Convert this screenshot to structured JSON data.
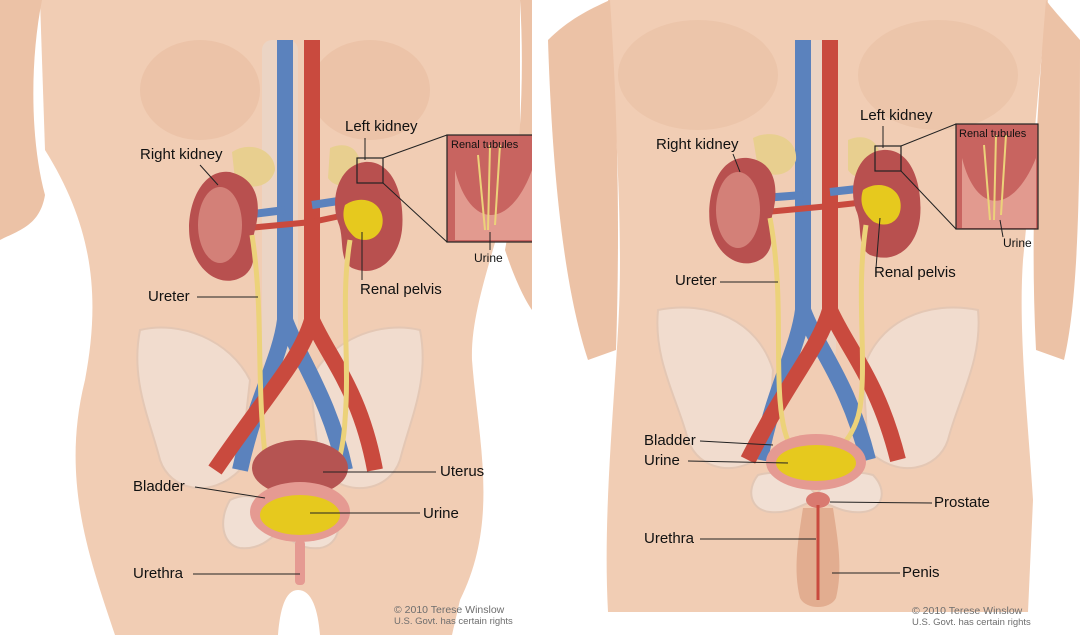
{
  "female": {
    "labels": {
      "right_kidney": "Right kidney",
      "left_kidney": "Left kidney",
      "renal_tubules": "Renal tubules",
      "urine_inset": "Urine",
      "ureter": "Ureter",
      "renal_pelvis": "Renal pelvis",
      "bladder": "Bladder",
      "uterus": "Uterus",
      "urine": "Urine",
      "urethra": "Urethra"
    },
    "credit": {
      "line1": "© 2010 Terese Winslow",
      "line2": "U.S. Govt. has certain rights"
    }
  },
  "male": {
    "labels": {
      "right_kidney": "Right kidney",
      "left_kidney": "Left kidney",
      "renal_tubules": "Renal tubules",
      "urine_inset": "Urine",
      "ureter": "Ureter",
      "renal_pelvis": "Renal pelvis",
      "bladder": "Bladder",
      "urine": "Urine",
      "prostate": "Prostate",
      "urethra": "Urethra",
      "penis": "Penis"
    },
    "credit": {
      "line1": "© 2010 Terese Winslow",
      "line2": "U.S. Govt. has certain rights"
    }
  },
  "colors": {
    "skin": "#f1cdb4",
    "skin_shadow": "#e2ad90",
    "kidney": "#b8504f",
    "kidney_light": "#e9a79b",
    "vein": "#5b82bd",
    "artery": "#c94a3e",
    "ureter": "#ecd27a",
    "urine": "#e6c91e",
    "bladder": "#e59a92",
    "bone": "#f1dfd3",
    "adrenal": "#e8cf8f"
  }
}
